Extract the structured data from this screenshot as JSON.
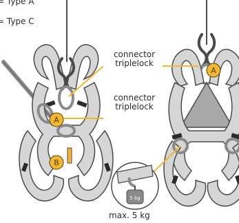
{
  "legend": {
    "type_a": "= Type A",
    "type_c": "= Type C"
  },
  "labels": {
    "connector_top_line1": "connector",
    "connector_top_line2": "triplelock",
    "connector_mid_line1": "connector",
    "connector_mid_line2": "triplelock",
    "max_weight": "max. 5 kg",
    "weight_tag": "5 kg",
    "badge_a": "A",
    "badge_b": "B"
  },
  "colors": {
    "strap_fill": "#d6d6d6",
    "strap_outline": "#4a4a4a",
    "callout_line": "#f2b72f",
    "badge": "#f2b72f",
    "back_plate": "#a9a9a9",
    "metal": "#8a8a8a"
  }
}
